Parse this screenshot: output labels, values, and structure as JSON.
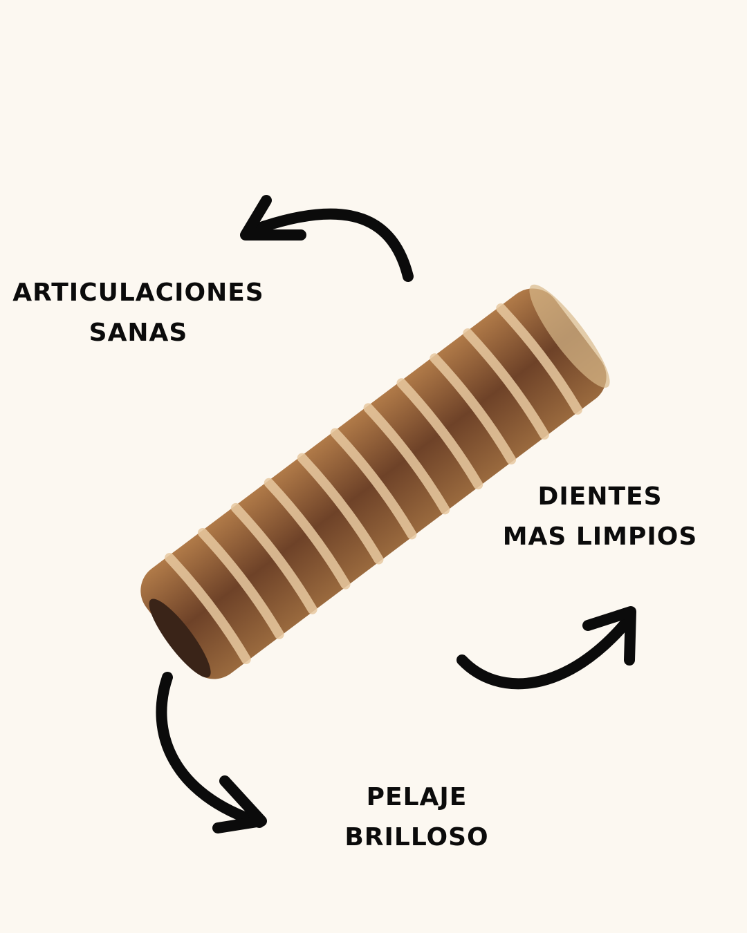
{
  "benefits": {
    "joints": {
      "line1": "ARTICULACIONES",
      "line2": "SANAS"
    },
    "teeth": {
      "line1": "DIENTES",
      "line2": "MAS LIMPIOS"
    },
    "coat": {
      "line1": "PELAJE",
      "line2": "BRILLOSO"
    }
  },
  "colors": {
    "background": "#FCF8F1",
    "text": "#0b0b0b",
    "product": "#8a5a35"
  }
}
